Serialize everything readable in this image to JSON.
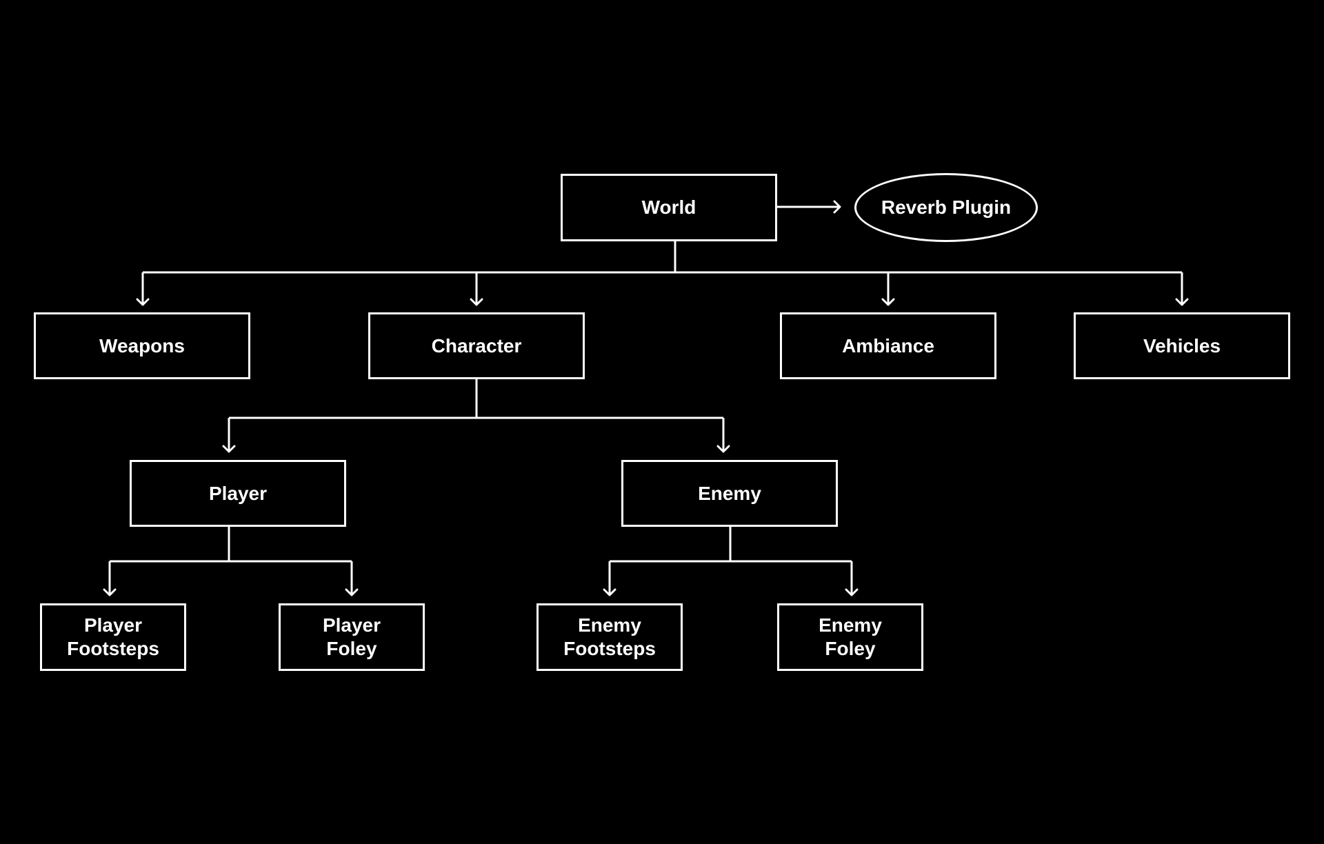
{
  "diagram": {
    "colors": {
      "background": "#000000",
      "stroke": "#ffffff",
      "text": "#ffffff"
    },
    "nodes": {
      "world": {
        "label": "World",
        "shape": "rect"
      },
      "reverb": {
        "label": "Reverb Plugin",
        "shape": "ellipse"
      },
      "weapons": {
        "label": "Weapons",
        "shape": "rect"
      },
      "character": {
        "label": "Character",
        "shape": "rect"
      },
      "ambiance": {
        "label": "Ambiance",
        "shape": "rect"
      },
      "vehicles": {
        "label": "Vehicles",
        "shape": "rect"
      },
      "player": {
        "label": "Player",
        "shape": "rect"
      },
      "enemy": {
        "label": "Enemy",
        "shape": "rect"
      },
      "player_footsteps": {
        "label": "Player\nFootsteps",
        "shape": "rect"
      },
      "player_foley": {
        "label": "Player\nFoley",
        "shape": "rect"
      },
      "enemy_footsteps": {
        "label": "Enemy\nFootsteps",
        "shape": "rect"
      },
      "enemy_foley": {
        "label": "Enemy\nFoley",
        "shape": "rect"
      }
    },
    "edges": [
      {
        "from": "World",
        "to": "Reverb Plugin"
      },
      {
        "from": "World",
        "to": "Weapons"
      },
      {
        "from": "World",
        "to": "Character"
      },
      {
        "from": "World",
        "to": "Ambiance"
      },
      {
        "from": "World",
        "to": "Vehicles"
      },
      {
        "from": "Character",
        "to": "Player"
      },
      {
        "from": "Character",
        "to": "Enemy"
      },
      {
        "from": "Player",
        "to": "Player Footsteps"
      },
      {
        "from": "Player",
        "to": "Player Foley"
      },
      {
        "from": "Enemy",
        "to": "Enemy Footsteps"
      },
      {
        "from": "Enemy",
        "to": "Enemy Foley"
      }
    ]
  }
}
